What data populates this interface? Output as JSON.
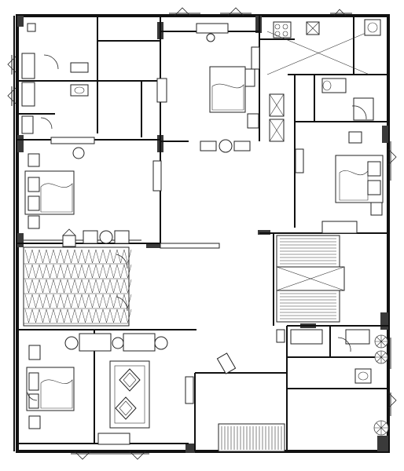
{
  "drawing": {
    "kind": "architectural-floor-plan",
    "text_labels": [],
    "colors": {
      "ink": "#111111",
      "column": "#3a3a3a",
      "paper": "#ffffff"
    }
  },
  "icons": {
    "rooms": [
      "bedroom",
      "bedroom",
      "bedroom",
      "bedroom",
      "bathroom",
      "bathroom",
      "bathroom",
      "kitchen",
      "living-room",
      "dining-room",
      "staircase",
      "terrace"
    ],
    "fixtures": [
      "double-bed",
      "single-bed",
      "sofa-set",
      "armchair",
      "round-table",
      "stove",
      "sink",
      "toilet",
      "shower",
      "wardrobe",
      "tv-unit",
      "potted-plant",
      "car-bay"
    ]
  }
}
